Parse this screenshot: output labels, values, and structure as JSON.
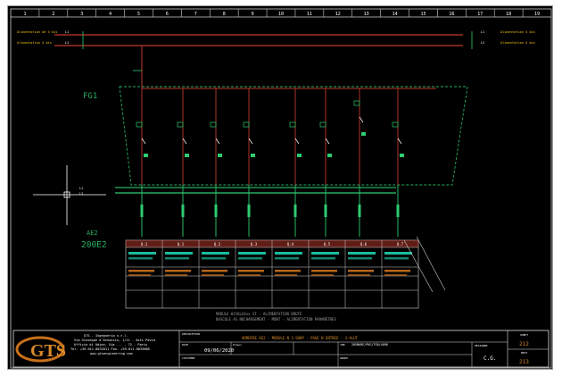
{
  "ruler": {
    "columns": [
      "1",
      "2",
      "3",
      "4",
      "5",
      "6",
      "7",
      "8",
      "9",
      "10",
      "11",
      "12",
      "13",
      "14",
      "15",
      "16",
      "17",
      "18",
      "19"
    ]
  },
  "colors": {
    "background": "#000000",
    "power_line": "#c0392b",
    "ground_line": "#2ecc71",
    "label": "#f1c40f",
    "busbar": "#27ae60",
    "frame": "#e0e0e0"
  },
  "drawing": {
    "incoming_labels": [
      "Alimentation de 4 bis",
      "Alimentation 4 bis"
    ],
    "outgoing_labels": [
      "Alimentation 4 bis",
      "Alimentation 4 bis"
    ],
    "line_tags": [
      "L1",
      "L2"
    ],
    "panel_label": "FG1",
    "feeder_label": "AE2",
    "feeder_rating": "200E2",
    "circuit_ids": [
      "Q.1",
      "Q.1",
      "Q.2",
      "Q.3",
      "Q.4",
      "Q.5",
      "Q.6",
      "Q.7"
    ],
    "notes": [
      "MODULE 0150x24xx ST - ALIMENTATION BRUTE",
      "BASCULE AS NOCHARGEMENT - MONT - ALIMENTATION PARAMETRES"
    ]
  },
  "title_block": {
    "company_name": "GTS",
    "company_lines": [
      "GTS - Ingegneria s.r.l.",
      "Via Giuseppe d'Annunzio, 1/11 - Asti Pavia",
      "Ufficio di Udine, Via ... - 72 - Paris",
      "Tel. +39-011-8032011 Fax. +39-011-8033088",
      "www.gtsengineering.com"
    ],
    "description_label": "DESCRIPTION",
    "description": "ARMOIRE AE2 - MODULE N 2-SHOP - PAGE N ENTREE - 3-ALUT",
    "date_label": "DATE",
    "date": "09/06/2020",
    "drawn_label": "Drawn:",
    "job_label": "JOB",
    "job": "20VMARE/PKG/TSB/4096",
    "customer_label": "CUSTOMER",
    "group_label": "GROUP",
    "designer_label": "DESIGNER",
    "designer": "C.G.",
    "sheet_label": "SHEET",
    "sheet": "212",
    "next_label": "NEXT",
    "next": "213"
  }
}
